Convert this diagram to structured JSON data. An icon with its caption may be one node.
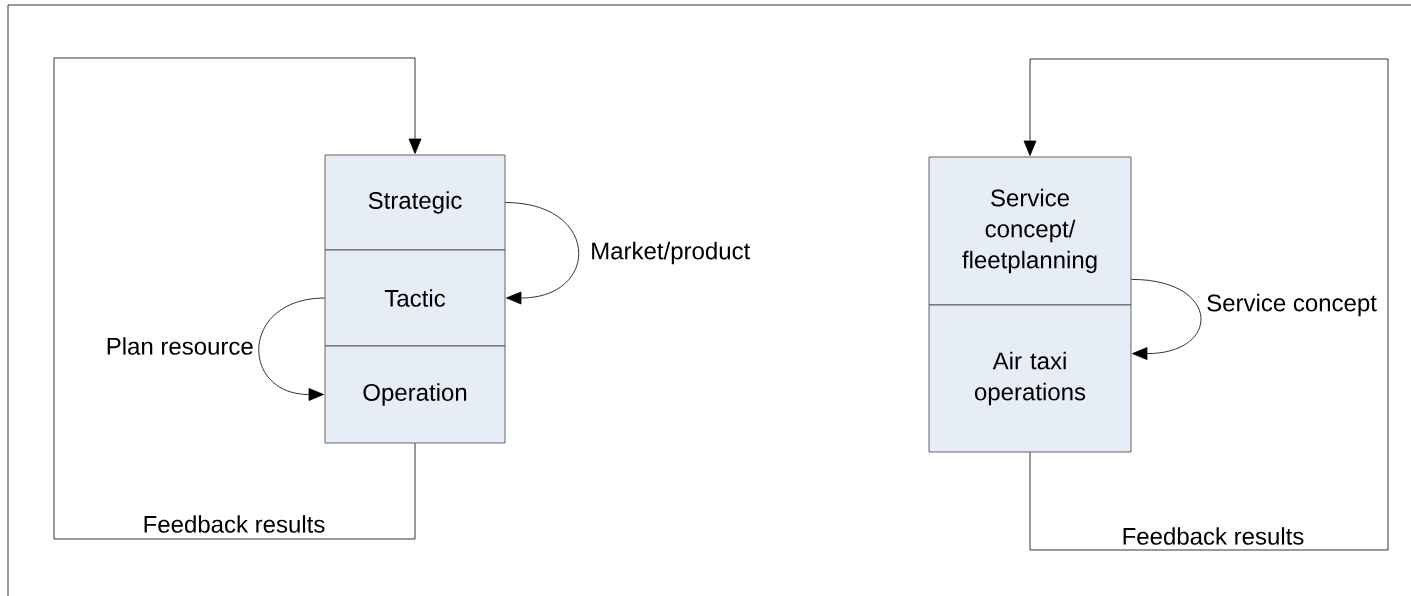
{
  "diagram": {
    "nodes": [
      {
        "text": [
          "Strategic"
        ]
      },
      {
        "text": [
          "Tactic"
        ]
      },
      {
        "text": [
          "Operation"
        ]
      },
      {
        "text": [
          "Service concept/ fleetplanning"
        ]
      },
      {
        "text": [
          "Air taxi operations"
        ]
      }
    ],
    "edges": [
      {
        "from": 0,
        "to": 1,
        "arrow": "to",
        "label": "Market/product"
      },
      {
        "from": 1,
        "to": 2,
        "arrow": "to",
        "label": "Plan resource"
      },
      {
        "from": 2,
        "to": 0,
        "arrow": "to",
        "label": "Feedback results"
      },
      {
        "from": 3,
        "to": 4,
        "arrow": "to",
        "label": "Service concept"
      },
      {
        "from": 4,
        "to": 3,
        "arrow": "to",
        "label": "Feedback results"
      }
    ]
  }
}
